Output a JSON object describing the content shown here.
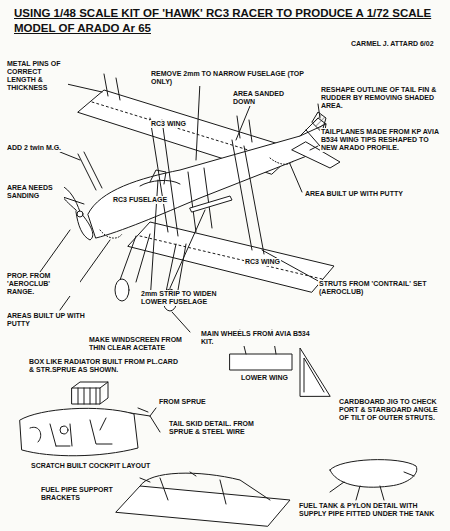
{
  "diagram": {
    "title": "USING 1/48 SCALE KIT OF 'HAWK' RC3 RACER TO PRODUCE A 1/72 SCALE MODEL OF ARADO Ar 65",
    "labels": [
      "CARMEL J. ATTARD 6/02",
      "METAL PINS OF CORRECT LENGTH & THICKNESS",
      "REMOVE 2mm TO NARROW FUSELAGE (TOP ONLY)",
      "AREA SANDED DOWN",
      "RESHAPE OUTLINE OF TAIL FIN & RUDDER BY REMOVING SHADED AREA.",
      "TAILPLANES MADE FROM KP AVIA B534 WING TIPS RESHAPED TO NEW ARADO PROFILE.",
      "ADD 2 twin M.G.",
      "AREA NEEDS SANDING",
      "AREA BUILT UP WITH PUTTY",
      "RC3 WING",
      "RC3 FUSELAGE",
      "RC3 WING",
      "PROP. FROM 'AEROCLUB' RANGE.",
      "STRUTS FROM 'CONTRAIL' SET (AEROCLUB)",
      "2mm STRIP TO WIDEN LOWER FUSELAGE",
      "AREAS BUILT UP WITH PUTTY",
      "MAKE WINDSCREEN FROM THIN CLEAR ACETATE",
      "MAIN WHEELS FROM AVIA B534 KIT.",
      "LOWER WING",
      "BOX LIKE RADIATOR BUILT FROM PL.CARD & STR.SPRUE AS SHOWN.",
      "CARDBOARD JIG TO CHECK PORT & STARBOARD ANGLE OF TILT OF OUTER STRUTS.",
      "FROM SPRUE",
      "TAIL SKID DETAIL. FROM SPRUE & STEEL WIRE",
      "SCRATCH BUILT COCKPIT LAYOUT",
      "FUEL PIPE SUPPORT BRACKETS",
      "FUEL TANK & PYLON DETAIL WITH SUPPLY PIPE FITTED UNDER THE TANK"
    ]
  }
}
